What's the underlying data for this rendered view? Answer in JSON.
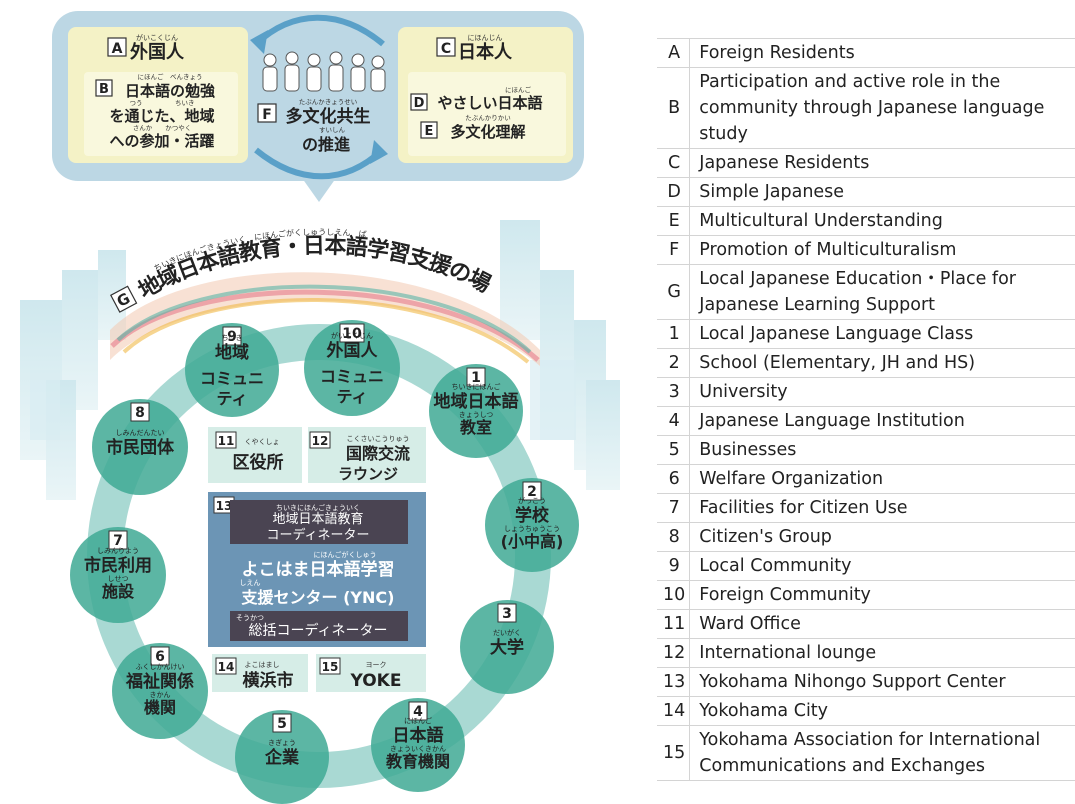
{
  "top_panel": {
    "a": {
      "key": "A",
      "ruby": "がいこくじん",
      "text": "外国人"
    },
    "b": {
      "key": "B",
      "ruby1": "にほんご　べんきょう",
      "line1": "日本語の勉強",
      "ruby2": "つう　　　　　ちいき",
      "line2": "を通じた、地域",
      "ruby3": "さんか　　かつやく",
      "line3": "への参加・活躍"
    },
    "c": {
      "key": "C",
      "ruby": "にほんじん",
      "text": "日本人"
    },
    "d": {
      "key": "D",
      "ruby": "にほんご",
      "text": "やさしい日本語"
    },
    "e": {
      "key": "E",
      "ruby": "たぶんかりかい",
      "text": "多文化理解"
    },
    "f": {
      "key": "F",
      "ruby1": "たぶんかきょうせい",
      "line1": "多文化共生",
      "ruby2": "すいしん",
      "line2": "の推進"
    }
  },
  "banner": {
    "key": "G",
    "ruby": "ちいきにほんごきょういく　にほんごがくしゅうしえん　ば",
    "text": "地域日本語教育・日本語学習支援の場"
  },
  "nodes": [
    {
      "num": "1",
      "ruby": "ちいきにほんご",
      "line1": "地域日本語",
      "ruby2": "きょうしつ",
      "line2": "教室"
    },
    {
      "num": "2",
      "ruby": "がっこう",
      "line1": "学校",
      "ruby2": "しょうちゅうこう",
      "line2": "(小中高)"
    },
    {
      "num": "3",
      "ruby": "だいがく",
      "line1": "大学",
      "ruby2": "",
      "line2": ""
    },
    {
      "num": "4",
      "ruby": "にほんご",
      "line1": "日本語",
      "ruby2": "きょういくきかん",
      "line2": "教育機関"
    },
    {
      "num": "5",
      "ruby": "きぎょう",
      "line1": "企業",
      "ruby2": "",
      "line2": ""
    },
    {
      "num": "6",
      "ruby": "ふくしかんけい",
      "line1": "福祉関係",
      "ruby2": "きかん",
      "line2": "機関"
    },
    {
      "num": "7",
      "ruby": "しみんりよう",
      "line1": "市民利用",
      "ruby2": "しせつ",
      "line2": "施設"
    },
    {
      "num": "8",
      "ruby": "しみんだんたい",
      "line1": "市民団体",
      "ruby2": "",
      "line2": ""
    },
    {
      "num": "9",
      "ruby": "ちいき",
      "line1": "地域",
      "ruby2": "",
      "line2": "コミュニ",
      "line3": "ティ"
    },
    {
      "num": "10",
      "ruby": "がいこくじん",
      "line1": "外国人",
      "ruby2": "",
      "line2": "コミュニ",
      "line3": "ティ"
    }
  ],
  "center": {
    "n11": {
      "num": "11",
      "ruby": "くやくしょ",
      "text": "区役所"
    },
    "n12": {
      "num": "12",
      "ruby": "こくさいこうりゅう",
      "line1": "国際交流",
      "line2": "ラウンジ"
    },
    "n13": {
      "num": "13",
      "coord_ruby": "ちいきにほんごきょういく",
      "coord1": "地域日本語教育",
      "coord2": "コーディネーター",
      "ruby": "にほんごがくしゅう",
      "line1": "よこはま日本語学習",
      "ruby2": "しえん",
      "line2": "支援センター (YNC)",
      "gen_ruby": "そうかつ",
      "gen": "総括コーディネーター"
    },
    "n14": {
      "num": "14",
      "ruby": "よこはまし",
      "text": "横浜市"
    },
    "n15": {
      "num": "15",
      "ruby": "ヨーク",
      "text": "YOKE"
    }
  },
  "legend": [
    {
      "key": "A",
      "label": "Foreign Residents"
    },
    {
      "key": "B",
      "label": "Participation and active role in the community through Japanese language study"
    },
    {
      "key": "C",
      "label": "Japanese Residents"
    },
    {
      "key": "D",
      "label": "Simple Japanese"
    },
    {
      "key": "E",
      "label": "Multicultural Understanding"
    },
    {
      "key": "F",
      "label": "Promotion of Multiculturalism"
    },
    {
      "key": "G",
      "label": "Local Japanese Education・Place for Japanese Learning Support"
    },
    {
      "key": "1",
      "label": "Local Japanese Language Class"
    },
    {
      "key": "2",
      "label": "School (Elementary, JH and HS)"
    },
    {
      "key": "3",
      "label": "University"
    },
    {
      "key": "4",
      "label": "Japanese Language Institution"
    },
    {
      "key": "5",
      "label": "Businesses"
    },
    {
      "key": "6",
      "label": "Welfare Organization"
    },
    {
      "key": "7",
      "label": "Facilities for Citizen Use"
    },
    {
      "key": "8",
      "label": "Citizen's Group"
    },
    {
      "key": "9",
      "label": "Local Community"
    },
    {
      "key": "10",
      "label": "Foreign Community"
    },
    {
      "key": "11",
      "label": "Ward Office"
    },
    {
      "key": "12",
      "label": "International lounge"
    },
    {
      "key": "13",
      "label": "Yokohama Nihongo Support Center"
    },
    {
      "key": "14",
      "label": "Yokohama City"
    },
    {
      "key": "15",
      "label": "Yokohama Association for International Communications and Exchanges"
    }
  ],
  "colors": {
    "ring": "#a9d9d3",
    "node": "#3fa994",
    "panel": "#bcd7e4",
    "yellow": "#f4f2c6",
    "center": "#6c95b5",
    "dark": "#4a4452"
  }
}
